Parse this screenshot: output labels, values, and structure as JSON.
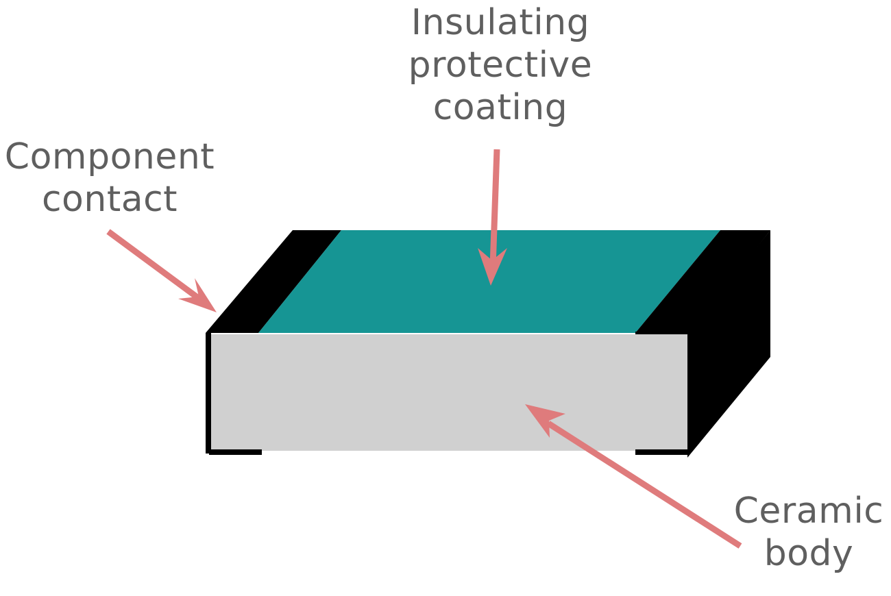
{
  "labels": {
    "coating": [
      "Insulating",
      "protective",
      "coating"
    ],
    "contact": [
      "Component",
      "contact"
    ],
    "ceramic": [
      "Ceramic",
      "body"
    ]
  },
  "colors": {
    "coating": "#169594",
    "contact": "#000000",
    "ceramic_body": "#d0d0d0",
    "arrow": "#df7b7c",
    "text": "#5f5f5f"
  }
}
